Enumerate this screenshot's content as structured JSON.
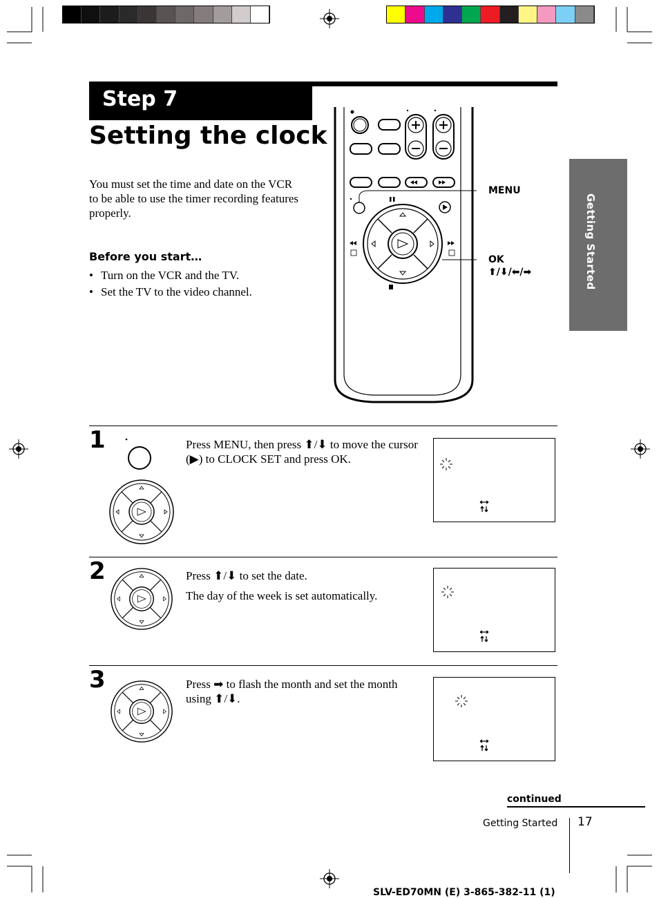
{
  "colors": {
    "gray_scale": [
      "#000000",
      "#0f0f0f",
      "#1c1c1c",
      "#2a2a2a",
      "#3b3636",
      "#5a5353",
      "#6f6868",
      "#857d7d",
      "#a39c9c",
      "#d2cccc",
      "#ffffff"
    ],
    "process": [
      "#ffff00",
      "#ee0a8c",
      "#00a8ec",
      "#2e3192",
      "#00a650",
      "#ed1c24",
      "#231f20",
      "#fff685",
      "#f49ac1",
      "#7dd0f5",
      "#8a8a8a"
    ],
    "side_tab": "#6d6d6d"
  },
  "header": {
    "step_label": "Step 7",
    "title": "Setting the clock"
  },
  "intro": "You must set the time and date on the VCR to be able to use the timer recording features properly.",
  "before_start": {
    "heading": "Before you start…",
    "items": [
      "Turn on the VCR and the TV.",
      "Set the TV to the video channel."
    ]
  },
  "remote": {
    "callout_menu": "MENU",
    "callout_ok": "OK",
    "callout_arrows": "⬆/⬇/⬅/➡"
  },
  "side_tab": "Getting Started",
  "steps": [
    {
      "number": "1",
      "text": "Press MENU, then press ⬆/⬇ to move the cursor (▶) to CLOCK SET and press OK."
    },
    {
      "number": "2",
      "text": "Press ⬆/⬇ to set the date.",
      "text2": "The day of the week is set automatically."
    },
    {
      "number": "3",
      "text": "Press ➡ to flash the month and set the month using ⬆/⬇."
    }
  ],
  "footer": {
    "continued": "continued",
    "section": "Getting Started",
    "page": "17",
    "model": "SLV-ED70MN (E)  3-865-382-11 (1)"
  }
}
